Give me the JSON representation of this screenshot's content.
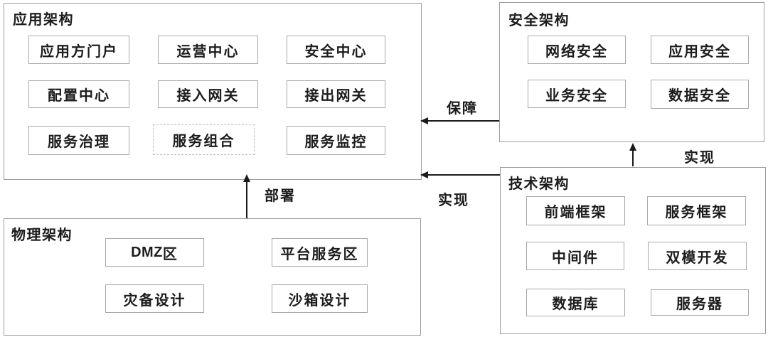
{
  "diagram": {
    "background_color": "#ffffff",
    "panel_border_color": "#9d9d9d",
    "node_border_color": "#a8a8a8",
    "dashed_node_border_color": "#bcbcbc",
    "text_color": "#1c1c1c",
    "arrow_color": "#1a1a1a"
  },
  "panels": {
    "application": {
      "title": "应用架构",
      "items": [
        {
          "label": "应用方门户"
        },
        {
          "label": "运营中心"
        },
        {
          "label": "安全中心"
        },
        {
          "label": "配置中心"
        },
        {
          "label": "接入网关"
        },
        {
          "label": "接出网关"
        },
        {
          "label": "服务治理"
        },
        {
          "label": "服务组合",
          "style": "dashed"
        },
        {
          "label": "服务监控"
        }
      ]
    },
    "security": {
      "title": "安全架构",
      "items": [
        {
          "label": "网络安全"
        },
        {
          "label": "应用安全"
        },
        {
          "label": "业务安全"
        },
        {
          "label": "数据安全"
        }
      ]
    },
    "technology": {
      "title": "技术架构",
      "items": [
        {
          "label": "前端框架"
        },
        {
          "label": "服务框架"
        },
        {
          "label": "中间件"
        },
        {
          "label": "双模开发"
        },
        {
          "label": "数据库"
        },
        {
          "label": "服务器"
        }
      ]
    },
    "physical": {
      "title": "物理架构",
      "items": [
        {
          "label_bold": "DMZ",
          "label_rest": "区"
        },
        {
          "label": "平台服务区"
        },
        {
          "label": "灾备设计"
        },
        {
          "label": "沙箱设计"
        }
      ]
    }
  },
  "arrows": {
    "guarantee": {
      "label": "保障",
      "from": "安全架构",
      "to": "应用架构"
    },
    "realize_to_security": {
      "label": "实现",
      "from": "技术架构",
      "to": "安全架构"
    },
    "realize_to_application": {
      "label": "实现",
      "from": "技术架构",
      "to": "应用架构"
    },
    "deploy": {
      "label": "部署",
      "from": "物理架构",
      "to": "应用架构"
    }
  }
}
